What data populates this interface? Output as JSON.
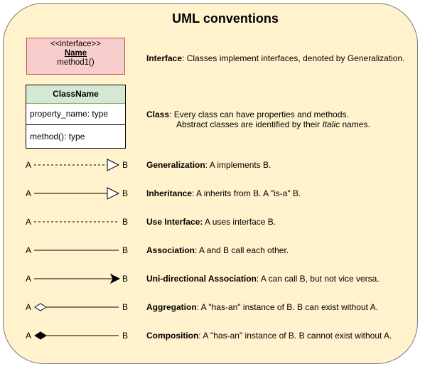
{
  "title": "UML conventions",
  "interface_box": {
    "stereotype": "<<interface>>",
    "name": "Name",
    "method": "method1()"
  },
  "class_box": {
    "name": "ClassName",
    "property": "property_name: type",
    "method": "method(): type"
  },
  "interface_desc": {
    "term": "Interface",
    "text": ": Classes implement interfaces, denoted by Generalization."
  },
  "class_desc": {
    "term": "Class",
    "text": ": Every class can have properties and methods.",
    "line2_pre": "Abstract classes are identified by their ",
    "line2_italic": "Italic",
    "line2_post": " names."
  },
  "relations": [
    {
      "a": "A",
      "b": "B",
      "term": "Generalization",
      "text": ": A implements B."
    },
    {
      "a": "A",
      "b": "B",
      "term": "Inheritance",
      "text": ": A inherits from B. A \"is-a\" B."
    },
    {
      "a": "A",
      "b": "B",
      "term": "Use Interface:",
      "text": " A uses interface B."
    },
    {
      "a": "A",
      "b": "B",
      "term": "Association",
      "text": ": A and B call each other."
    },
    {
      "a": "A",
      "b": "B",
      "term": "Uni-directional Association",
      "text": ": A can call B, but not vice versa."
    },
    {
      "a": "A",
      "b": "B",
      "term": "Aggregation",
      "text": ": A \"has-an\" instance of B. B can exist without A."
    },
    {
      "a": "A",
      "b": "B",
      "term": "Composition",
      "text": ": A \"has-an\" instance of B. B cannot exist without A."
    }
  ]
}
